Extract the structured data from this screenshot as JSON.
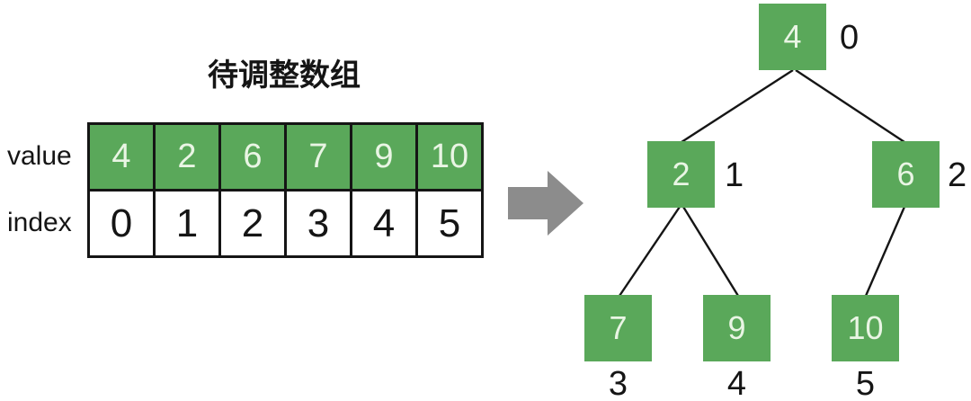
{
  "left_panel": {
    "title": "待调整数组",
    "value_label": "value",
    "index_label": "index",
    "values": [
      "4",
      "2",
      "6",
      "7",
      "9",
      "10"
    ],
    "indices": [
      "0",
      "1",
      "2",
      "3",
      "4",
      "5"
    ]
  },
  "arrow": {
    "icon": "right-arrow-icon",
    "color": "#8c8c8c"
  },
  "tree": {
    "nodes": [
      {
        "value": "4",
        "index": "0"
      },
      {
        "value": "2",
        "index": "1"
      },
      {
        "value": "6",
        "index": "2"
      },
      {
        "value": "7",
        "index": "3"
      },
      {
        "value": "9",
        "index": "4"
      },
      {
        "value": "10",
        "index": "5"
      }
    ],
    "edges": [
      {
        "from": "0",
        "to": "1"
      },
      {
        "from": "0",
        "to": "2"
      },
      {
        "from": "1",
        "to": "3"
      },
      {
        "from": "1",
        "to": "4"
      },
      {
        "from": "2",
        "to": "5"
      }
    ]
  },
  "colors": {
    "node_green": "#5aa85a",
    "node_text": "#e9f5e4",
    "text_black": "#151515",
    "arrow_gray": "#8c8c8c"
  }
}
